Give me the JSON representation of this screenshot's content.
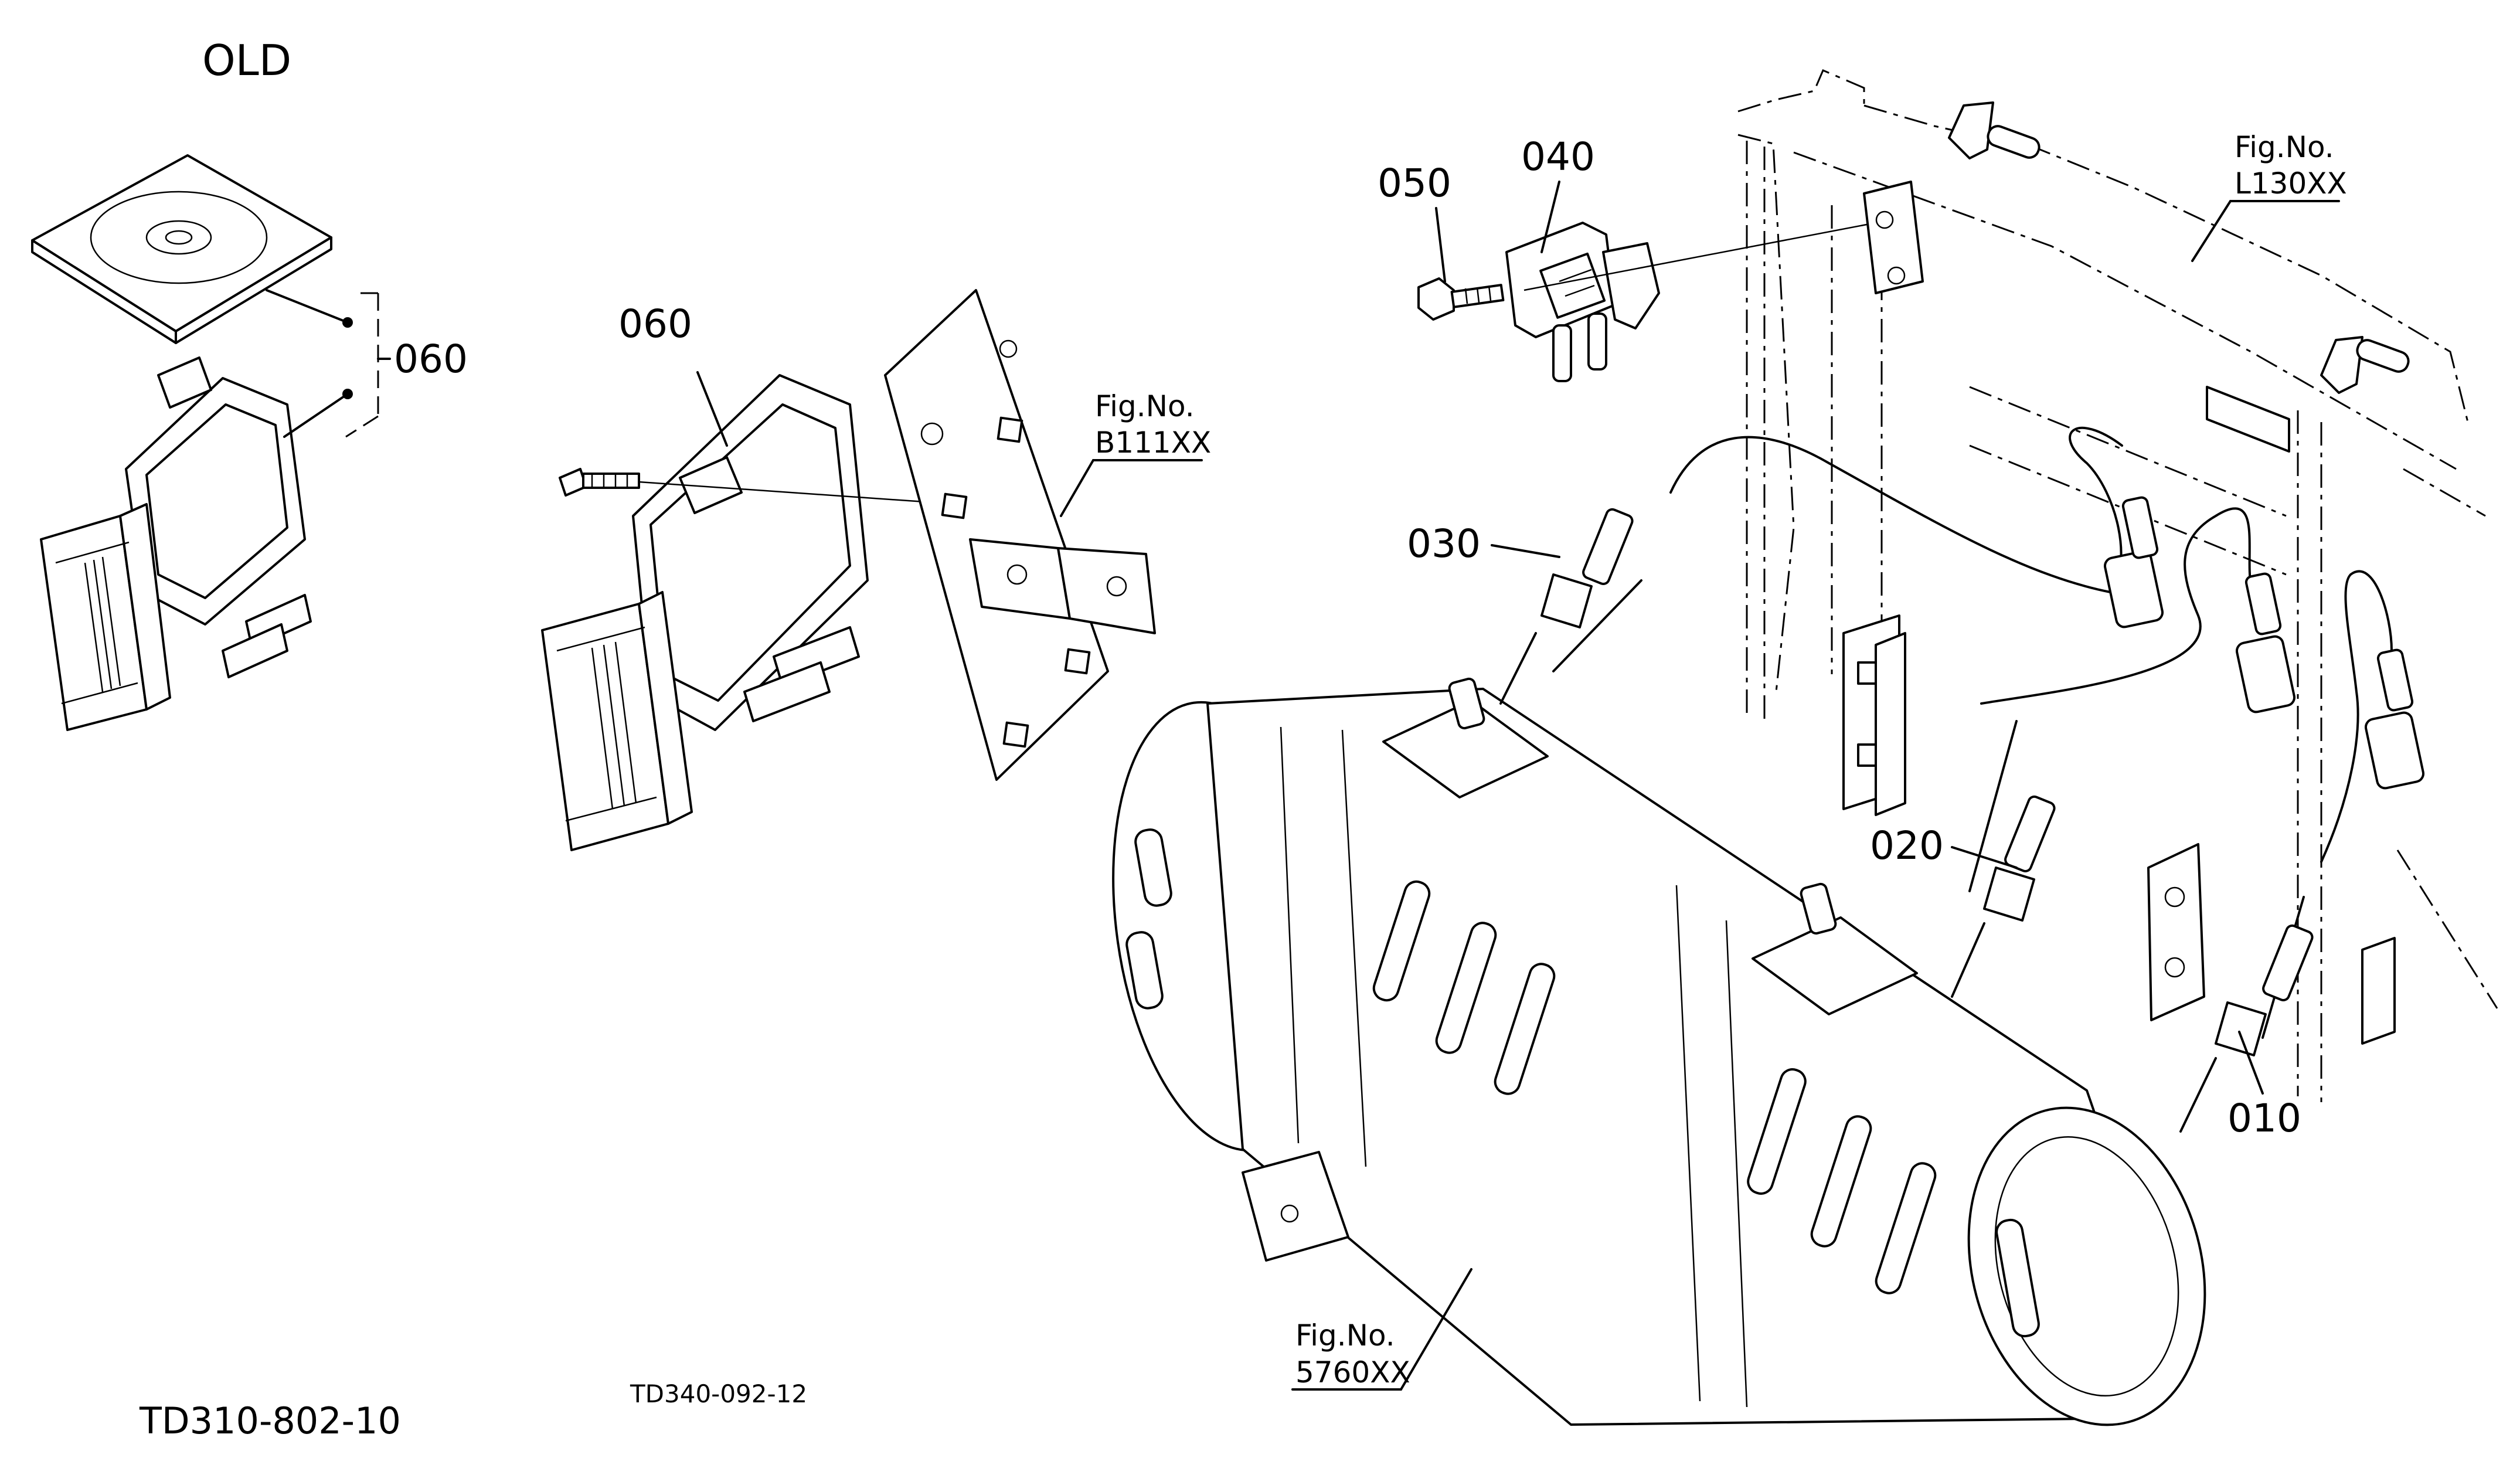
{
  "header": {
    "old_label": "OLD"
  },
  "diagram_codes": {
    "left": "TD310-802-10",
    "center": "TD340-092-12"
  },
  "callouts": {
    "p010": "010",
    "p020": "020",
    "p030": "030",
    "p040": "040",
    "p050": "050",
    "p060_old": "060",
    "p060": "060"
  },
  "fig_refs": {
    "caption": "Fig.No.",
    "b111": "B111XX",
    "l130": "L130XX",
    "f5760": "5760XX"
  }
}
